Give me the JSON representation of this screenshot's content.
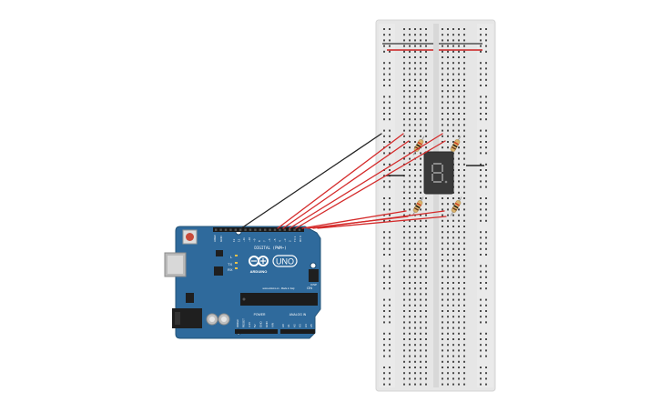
{
  "arduino": {
    "brand_text": "ARDUINO",
    "model_text": "UNO",
    "digital_label": "DIGITAL (PWM~)",
    "power_label": "POWER",
    "analog_label": "ANALOG IN",
    "aref_label": "AREF",
    "gnd_label": "GND",
    "led_tx": "TX",
    "led_rx": "RX",
    "led_l": "L",
    "led_on": "ON",
    "icsp_label": "ICSP",
    "url_text": "www.arduino.cc - Made in Italy",
    "digital_pins": [
      "13",
      "12",
      "~11",
      "~10",
      "~9",
      "8",
      "7",
      "~6",
      "~5",
      "4",
      "~3",
      "2",
      "TX 1",
      "RX 0"
    ],
    "power_pins": [
      "IOREF",
      "RESET",
      "3.3V",
      "5V",
      "GND",
      "GND",
      "VIN"
    ],
    "analog_pins": [
      "A0",
      "A1",
      "A2",
      "A3",
      "A4",
      "A5"
    ]
  },
  "display": {
    "digit_text": "8."
  },
  "colors": {
    "board": "#2f6a9c",
    "breadboard": "#e6e6e6",
    "wire_signal": "#d42a2a",
    "wire_ground": "#222222",
    "rail_red": "#cc2020",
    "display_body": "#3a3a3a",
    "segment_off": "#8a8a8a"
  },
  "icons": [
    "reset-button-icon",
    "usb-port-icon",
    "dc-jack-icon",
    "capacitor-icon",
    "chip-icon",
    "resistor-icon"
  ]
}
